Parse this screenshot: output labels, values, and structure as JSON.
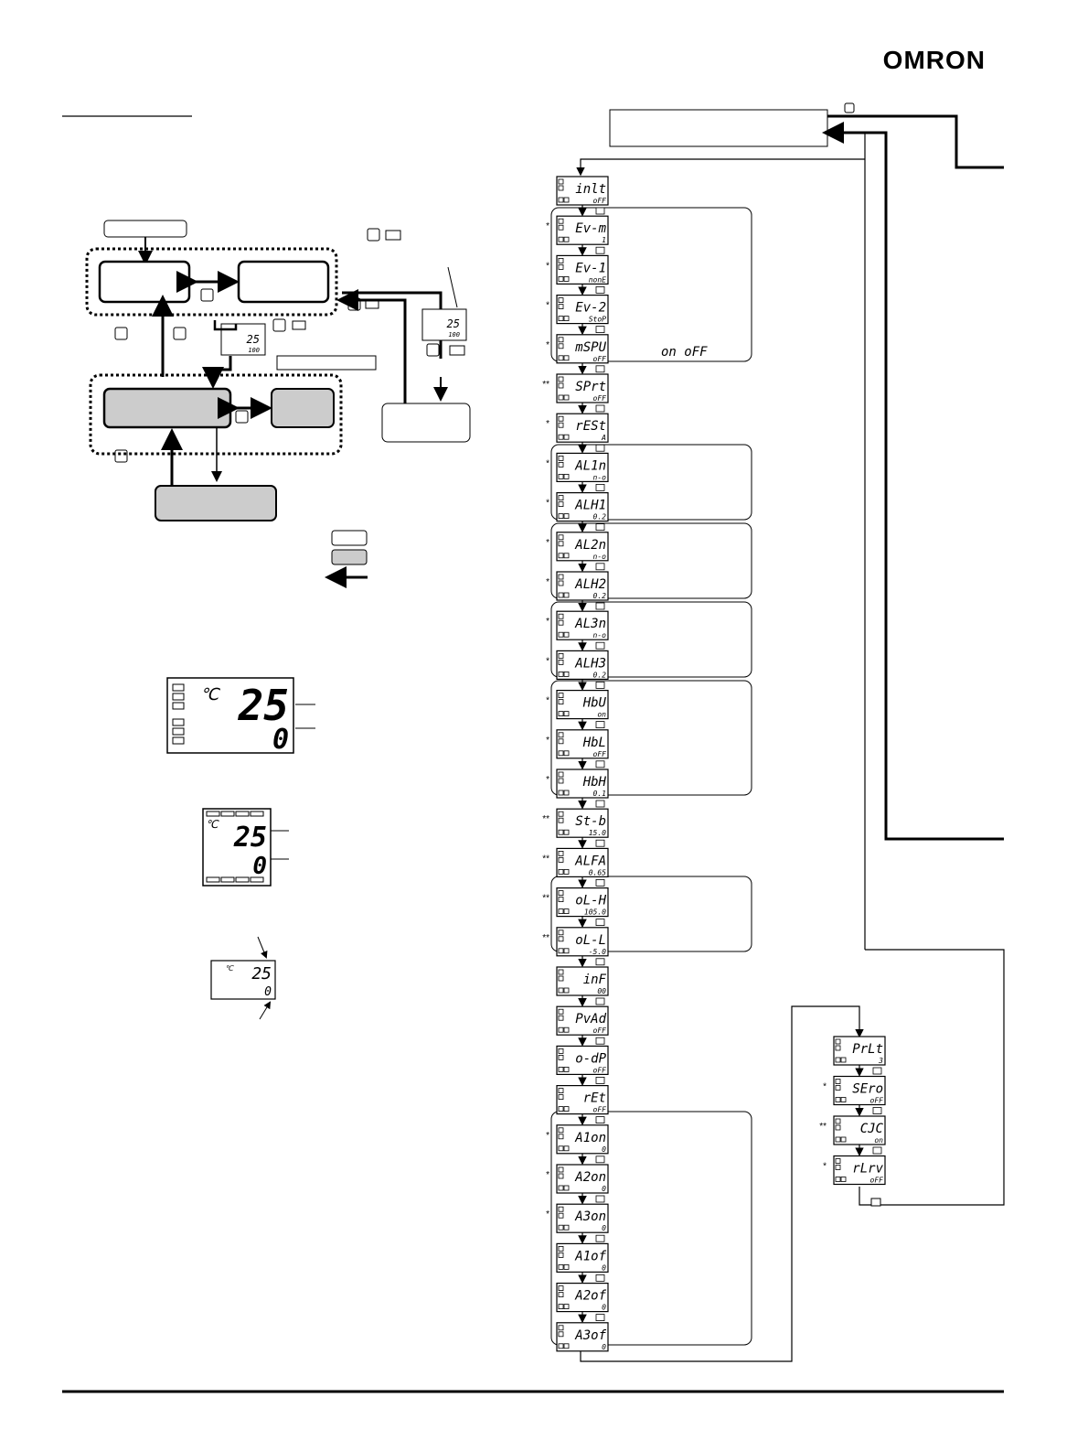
{
  "header": {
    "logo_text": "OMRON"
  },
  "left": {
    "big_display": {
      "pv": "25",
      "sv": "0",
      "unit": "℃"
    },
    "mid_display": {
      "pv": "25",
      "sv": "0",
      "unit": "℃"
    },
    "small_display": {
      "pv": "25",
      "sv": "0",
      "unit": "℃"
    },
    "mini_display": {
      "pv": "25",
      "sv": "100"
    },
    "side_display": {
      "pv": "25",
      "sv": "100"
    }
  },
  "sequence": [
    {
      "param": "inlt",
      "value": "oFF",
      "mark": ""
    },
    {
      "param": "Ev-m",
      "value": "1",
      "mark": "*"
    },
    {
      "param": "Ev-1",
      "value": "nonE",
      "mark": "*"
    },
    {
      "param": "Ev-2",
      "value": "StoP",
      "mark": "*"
    },
    {
      "param": "mSPU",
      "value": "oFF",
      "mark": "*"
    },
    {
      "param": "SPrt",
      "value": "oFF",
      "mark": "**"
    },
    {
      "param": "rESt",
      "value": "A",
      "mark": "*"
    },
    {
      "param": "AL1n",
      "value": "n-o",
      "mark": "*"
    },
    {
      "param": "ALH1",
      "value": "0.2",
      "mark": "*"
    },
    {
      "param": "AL2n",
      "value": "n-o",
      "mark": "*"
    },
    {
      "param": "ALH2",
      "value": "0.2",
      "mark": "*"
    },
    {
      "param": "AL3n",
      "value": "n-o",
      "mark": "*"
    },
    {
      "param": "ALH3",
      "value": "0.2",
      "mark": "*"
    },
    {
      "param": "HbU",
      "value": "on",
      "mark": "*"
    },
    {
      "param": "HbL",
      "value": "oFF",
      "mark": "*"
    },
    {
      "param": "HbH",
      "value": "0.1",
      "mark": "*"
    },
    {
      "param": "St-b",
      "value": "15.0",
      "mark": "**"
    },
    {
      "param": "ALFA",
      "value": "0.65",
      "mark": "**"
    },
    {
      "param": "oL-H",
      "value": "105.0",
      "mark": "**"
    },
    {
      "param": "oL-L",
      "value": "-5.0",
      "mark": "**"
    },
    {
      "param": "inF",
      "value": "00",
      "mark": ""
    },
    {
      "param": "PvAd",
      "value": "oFF",
      "mark": ""
    },
    {
      "param": "o-dP",
      "value": "oFF",
      "mark": ""
    },
    {
      "param": "rEt",
      "value": "oFF",
      "mark": ""
    },
    {
      "param": "A1on",
      "value": "0",
      "mark": "*"
    },
    {
      "param": "A2on",
      "value": "0",
      "mark": "*"
    },
    {
      "param": "A3on",
      "value": "0",
      "mark": "*"
    },
    {
      "param": "A1of",
      "value": "0",
      "mark": ""
    },
    {
      "param": "A2of",
      "value": "0",
      "mark": ""
    },
    {
      "param": "A3of",
      "value": "0",
      "mark": ""
    }
  ],
  "group_note": "on  oFF",
  "right_sequence": [
    {
      "param": "PrLt",
      "value": "3",
      "mark": ""
    },
    {
      "param": "SEro",
      "value": "oFF",
      "mark": "*"
    },
    {
      "param": "CJC",
      "value": "on",
      "mark": "**"
    },
    {
      "param": "rLrv",
      "value": "oFF",
      "mark": "*"
    }
  ]
}
